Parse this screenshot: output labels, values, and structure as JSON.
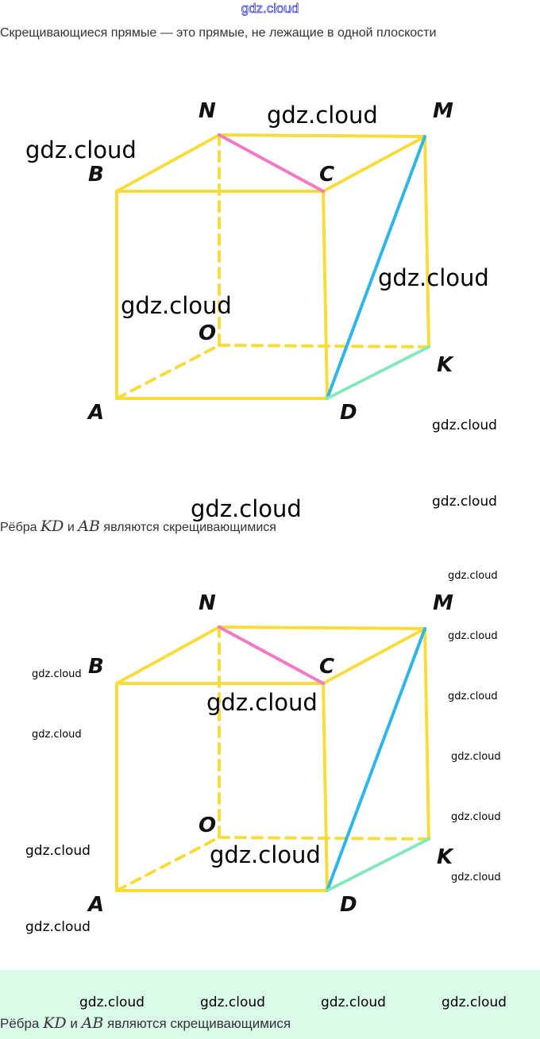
{
  "watermark": "gdz.cloud",
  "definition": "Скрещивающиеся прямые — это прямые, не лежащие в одной плоскости",
  "caption": {
    "prefix": "Рёбра",
    "edge1": "KD",
    "conj": "и",
    "edge2": "AB",
    "suffix": "являются скрещивающимися"
  },
  "vertices": {
    "N": "N",
    "M": "M",
    "B": "B",
    "C": "C",
    "O": "O",
    "K": "K",
    "A": "A",
    "D": "D"
  },
  "colors": {
    "edge": "#f7dc3b",
    "NC": "#f07bc4",
    "MD": "#2fb5e6",
    "DK": "#84e8b8",
    "band": "#d9fbe8"
  }
}
